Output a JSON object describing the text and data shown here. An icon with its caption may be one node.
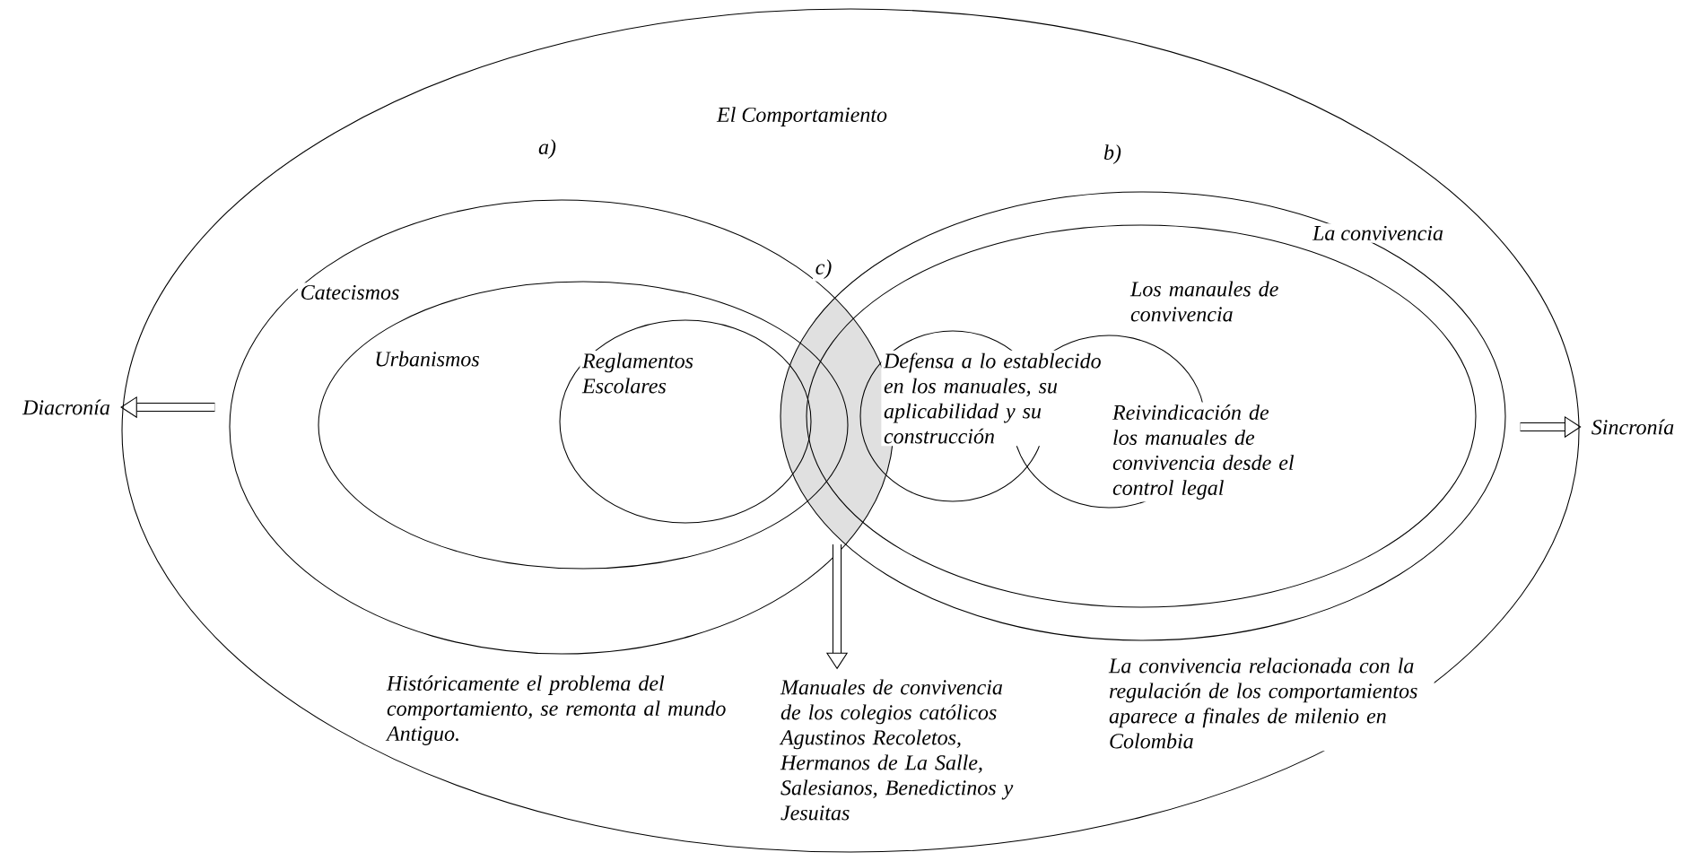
{
  "diagram": {
    "nodes": [
      {
        "text": [
          "El Comportamiento"
        ]
      },
      {
        "text": [
          "Catecismos"
        ],
        "in": 0
      },
      {
        "text": [
          "Urbanismos"
        ],
        "in": 1
      },
      {
        "text": [
          "Reglamentos Escolares"
        ],
        "in": 2
      },
      {
        "text": [
          "La convivencia"
        ],
        "in": 0
      },
      {
        "text": [
          "Los manaules de convivencia"
        ],
        "in": 4
      },
      {
        "text": [
          "Defensa a lo establecido en los manuales, su aplicabilidad y su construcción"
        ],
        "in": 5
      },
      {
        "text": [
          "Reivindicación de los manuales de convivencia desde el control legal"
        ],
        "in": 5
      },
      {
        "text": [],
        "shape": "lens"
      },
      {
        "text": [
          "Diacronía"
        ]
      },
      {
        "text": [
          "Sincronía"
        ]
      },
      {
        "text": [
          "Manuales de convivencia de los colegios católicos Agustinos Recoletos, Hermanos de La Salle, Salesianos, Benedictinos y Jesuitas"
        ],
        "in": 0
      }
    ],
    "edges": [
      {
        "from": 8,
        "to": 11,
        "arrow": "to"
      },
      {
        "from": 1,
        "to": 9,
        "arrow": "to"
      },
      {
        "from": 4,
        "to": 10,
        "arrow": "to"
      }
    ],
    "labels": [
      "a)",
      "b)",
      "c)",
      "Históricamente el problema del comportamiento, se remonta al mundo Antiguo.",
      "La convivencia relacionada con la regulación de los comportamientos aparece a finales de milenio en Colombia"
    ]
  }
}
